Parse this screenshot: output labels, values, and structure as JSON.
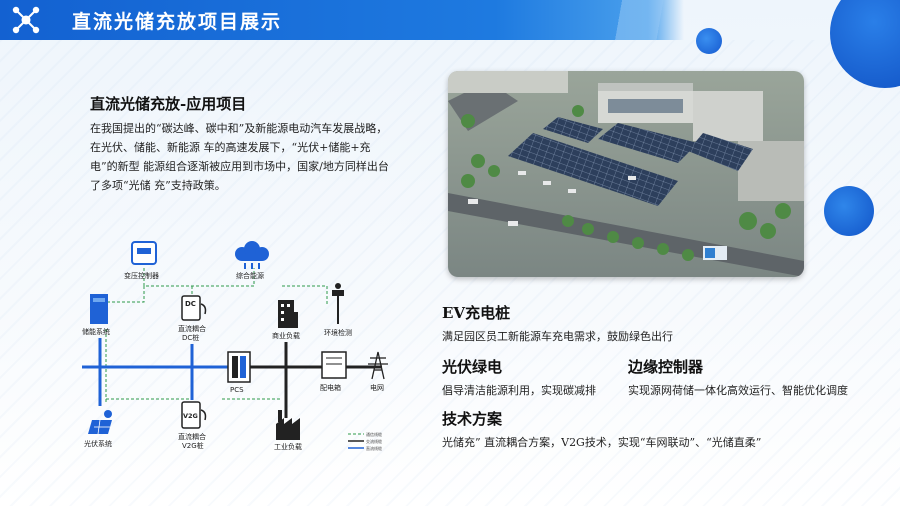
{
  "header": {
    "title": "直流光储充放项目展示"
  },
  "intro": {
    "heading": "直流光储充放-应用项目",
    "text": "在我国提出的“碳达峰、碳中和”及新能源电动汽车发展战略，在光伏、储能、新能源 车的高速发展下，“光伏+储能+充电”的新型 能源组合逐渐被应用到市场中，国家/地方同样出台了多项“光储 充”支持政策。"
  },
  "diagram": {
    "labels": {
      "transformer": "变压控制器",
      "integrated_energy": "综合能源",
      "storage": "储能系统",
      "dc_charger": "直流耦合\nDC桩",
      "commercial": "商业负载",
      "env_monitor": "环境检测",
      "pcs": "PCS",
      "distribution": "配电箱",
      "grid": "电网",
      "pv": "光伏系统",
      "v2g_charger": "直流耦合\nV2G桩",
      "industrial": "工业负载"
    },
    "badges": {
      "dc": "DC",
      "v2g": "V2G"
    },
    "legend": [
      "通信线缆",
      "交流线缆",
      "直流线缆"
    ],
    "colors": {
      "comm": "#2e9a4a",
      "ac": "#222222",
      "dc": "#1f62d6"
    }
  },
  "sections": {
    "ev": {
      "title": "EV充电桩",
      "desc": "满足园区员工新能源车充电需求，鼓励绿色出行"
    },
    "pv": {
      "title": "光伏绿电",
      "desc": "倡导清洁能源利用，实现碳减排"
    },
    "edge": {
      "title": "边缘控制器",
      "desc": "实现源网荷储一体化高效运行、智能优化调度"
    },
    "tech": {
      "title": "技术方案",
      "desc": "光储充” 直流耦合方案，V2G技术，实现“车网联动”、“光储直柔”"
    }
  },
  "colors": {
    "primary": "#1361d1",
    "accent": "#1f7ae0"
  }
}
